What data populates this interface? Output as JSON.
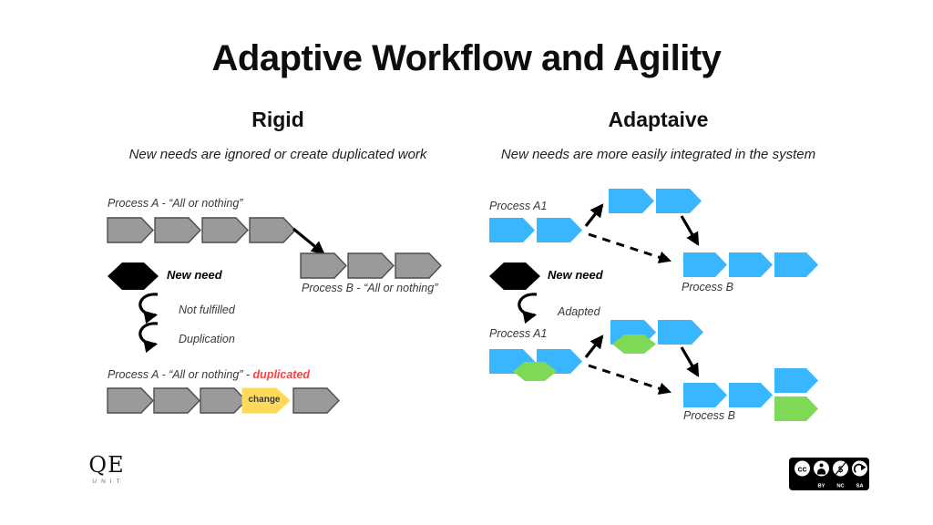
{
  "title": "Adaptive Workflow and Agility",
  "colors": {
    "blue": "#38B6FF",
    "green": "#7ED957",
    "gray": "#9A9A9A",
    "yellow": "#FFD95A",
    "red": "#F94343",
    "black": "#000000"
  },
  "rigid": {
    "heading": "Rigid",
    "subtitle": "New needs are ignored or create duplicated work",
    "process_a_label": "Process A - “All or nothing”",
    "process_b_label": "Process B - “All or nothing”",
    "new_need_label": "New need",
    "not_fulfilled_label": "Not fulfilled",
    "duplication_label": "Duplication",
    "duplicated_prefix": "Process A - “All or nothing” - ",
    "duplicated_word": "duplicated",
    "change_label": "change"
  },
  "adaptive": {
    "heading": "Adaptaive",
    "subtitle": "New needs are more easily integrated in the system",
    "process_a1_top_label": "Process A1",
    "process_b_top_label": "Process B",
    "new_need_label": "New need",
    "adapted_label": "Adapted",
    "process_a1_bottom_label": "Process A1",
    "process_b_bottom_label": "Process B"
  },
  "footer": {
    "logo_text": "QE",
    "logo_subtext": "UNIT",
    "license": {
      "cc": "cc",
      "by": "BY",
      "nc": "NC",
      "sa": "SA"
    }
  }
}
